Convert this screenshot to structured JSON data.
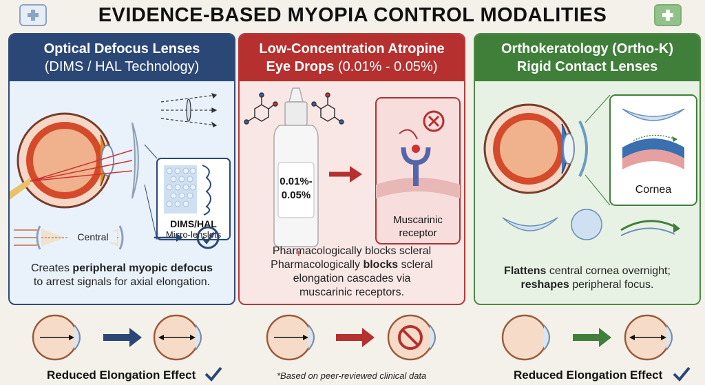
{
  "title": "EVIDENCE-BASED MYOPIA CONTROL MODALITIES",
  "panels": [
    {
      "heading_line1": "Optical Defocus Lenses",
      "heading_line2": "(DIMS / HAL Technology)",
      "inset_label_bold": "DIMS/HAL",
      "inset_label": "Micro-lenslets",
      "diagram_label": "Central",
      "desc_pre": "Creates ",
      "desc_bold": "peripheral myopic defocus",
      "desc_line2": "to arrest signals for axial elongation.",
      "footer": "Reduced Elongation Effect"
    },
    {
      "heading_line1": "Low-Concentration Atropine",
      "heading_line2_bold": "Eye Drops",
      "heading_line2": " (0.01% - 0.05%)",
      "bottle_label_line1": "0.01%-",
      "bottle_label_line2": "0.05%",
      "receptor_label_line1": "Muscarinic",
      "receptor_label_line2": "receptor",
      "desc_line1": "Pharmacologically blocks scleral",
      "desc_line2_pre": "Pharmacologically ",
      "desc_line2_bold": "blocks",
      "desc_line2_post": " scleral",
      "desc_line3": "elongation cascades via",
      "desc_line4": "muscarinic receptors.",
      "footnote": "*Based on peer-reviewed clinical data"
    },
    {
      "heading_line1": "Orthokeratology (Ortho-K)",
      "heading_line2": "Rigid Contact Lenses",
      "inset_label": "Cornea",
      "desc_bold1": "Flattens",
      "desc_line1": " central cornea overnight;",
      "desc_bold2": "reshapes",
      "desc_line2": " peripheral focus.",
      "footer": "Reduced Elongation Effect"
    }
  ],
  "colors": {
    "navy": "#2b4775",
    "red": "#b5302f",
    "green": "#3f7f3a",
    "iris": "#e08a1e"
  }
}
